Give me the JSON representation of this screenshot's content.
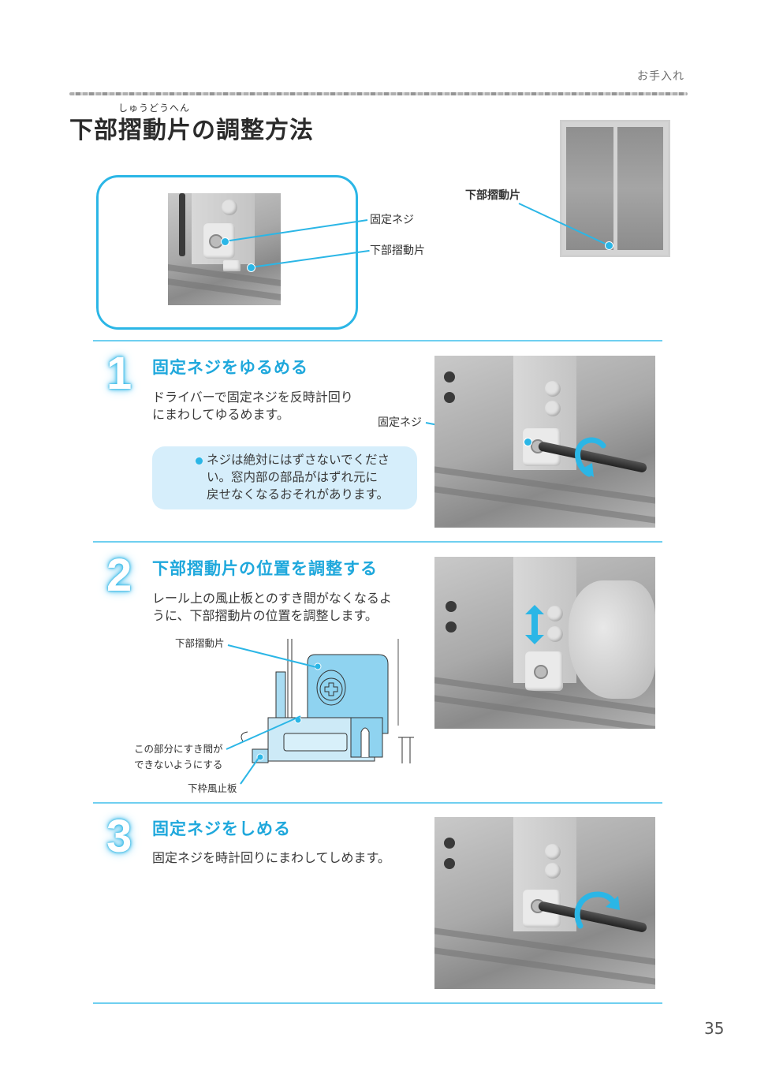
{
  "header": {
    "section": "お手入れ",
    "title_ruby": "しゅうどうへん",
    "title": "下部摺動片の調整方法"
  },
  "overview": {
    "zoom_callouts": [
      "固定ネジ",
      "下部摺動片"
    ],
    "window_callout": "下部摺動片"
  },
  "steps": [
    {
      "number": "1",
      "title": "固定ネジをゆるめる",
      "body_lines": [
        "ドライバーで固定ネジを反時計回り",
        "にまわしてゆるめます。"
      ],
      "photo_callout": "固定ネジ",
      "note": {
        "lines": [
          "ネジは絶対にはずさないでくださ",
          "い。窓内部の部品がはずれ元に",
          "戻せなくなるおそれがあります。"
        ]
      },
      "arrow": "counterclockwise"
    },
    {
      "number": "2",
      "title": "下部摺動片の位置を調整する",
      "body_lines": [
        "レール上の風止板とのすき間がなくなるよ",
        "うに、下部摺動片の位置を調整します。"
      ],
      "diagram_labels": {
        "slider": "下部摺動片",
        "gap_line1": "この部分にすき間が",
        "gap_line2": "できないようにする",
        "wind_plate": "下枠風止板"
      },
      "arrow": "up-down"
    },
    {
      "number": "3",
      "title": "固定ネジをしめる",
      "body_lines": [
        "固定ネジを時計回りにまわしてしめます。"
      ],
      "arrow": "clockwise"
    }
  ],
  "colors": {
    "accent": "#2bb6e6",
    "title_blue": "#1fa8dc",
    "note_bg": "#d6eefb",
    "divider": "#6fcff0"
  },
  "footer": {
    "page_number": "35"
  }
}
